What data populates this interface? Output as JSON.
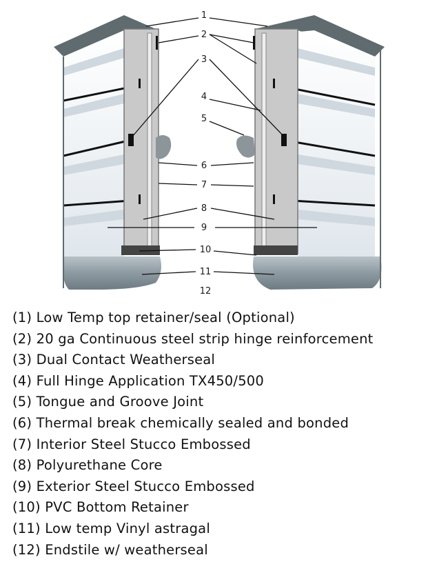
{
  "callouts": [
    "1",
    "2",
    "3",
    "4",
    "5",
    "6",
    "7",
    "8",
    "9",
    "10",
    "11",
    "12"
  ],
  "legend": [
    "(1) Low Temp top retainer/seal (Optional)",
    "(2) 20 ga Continuous steel strip hinge reinforcement",
    "(3) Dual Contact Weatherseal",
    "(4) Full Hinge Application TX450/500",
    "(5) Tongue and Groove Joint",
    "(6) Thermal break chemically sealed and bonded",
    "(7) Interior Steel Stucco Embossed",
    "(8) Polyurethane Core",
    "(9) Exterior Steel Stucco Embossed",
    "(10) PVC Bottom Retainer",
    "(11) Low temp Vinyl astragal",
    "(12) Endstile w/ weatherseal"
  ],
  "colors": {
    "panel_roof": "#5f6b6e",
    "panel_face": "#e9eef3",
    "panel_stripe": "#c8d2da",
    "core": "#c9c9c9",
    "astragal": "#8d9aa1",
    "seal": "#8c959a",
    "line": "#111111"
  }
}
